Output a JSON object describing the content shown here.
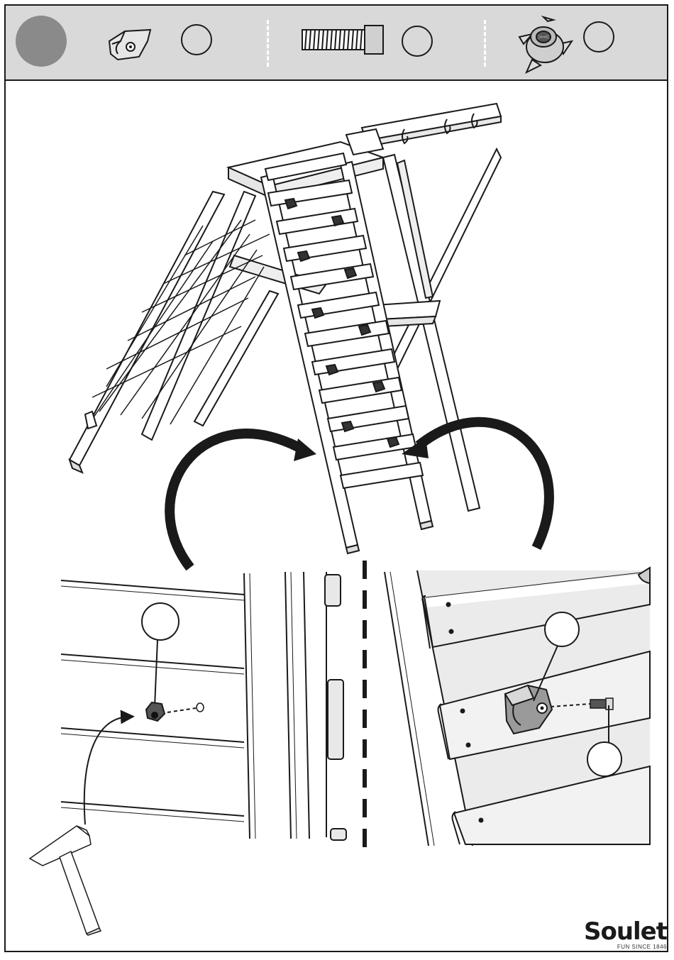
{
  "header": {
    "step_marker": "grey-filled-circle",
    "parts": [
      {
        "icon": "bracket-hook-icon",
        "quantity": ""
      },
      {
        "icon": "threaded-bolt-icon",
        "quantity": ""
      },
      {
        "icon": "tee-nut-icon",
        "quantity": ""
      }
    ]
  },
  "callouts": {
    "left_detail": "",
    "right_detail_top": "",
    "right_detail_bottom": ""
  },
  "tools": {
    "hammer": "hammer-icon"
  },
  "brand": {
    "name": "Soulet",
    "tagline": "FUN SINCE 1846"
  },
  "colors": {
    "header_bg": "#d9d9d9",
    "step_marker": "#8a8a8a",
    "line": "#1a1a1a",
    "detail_bg": "#e8e8e8"
  }
}
